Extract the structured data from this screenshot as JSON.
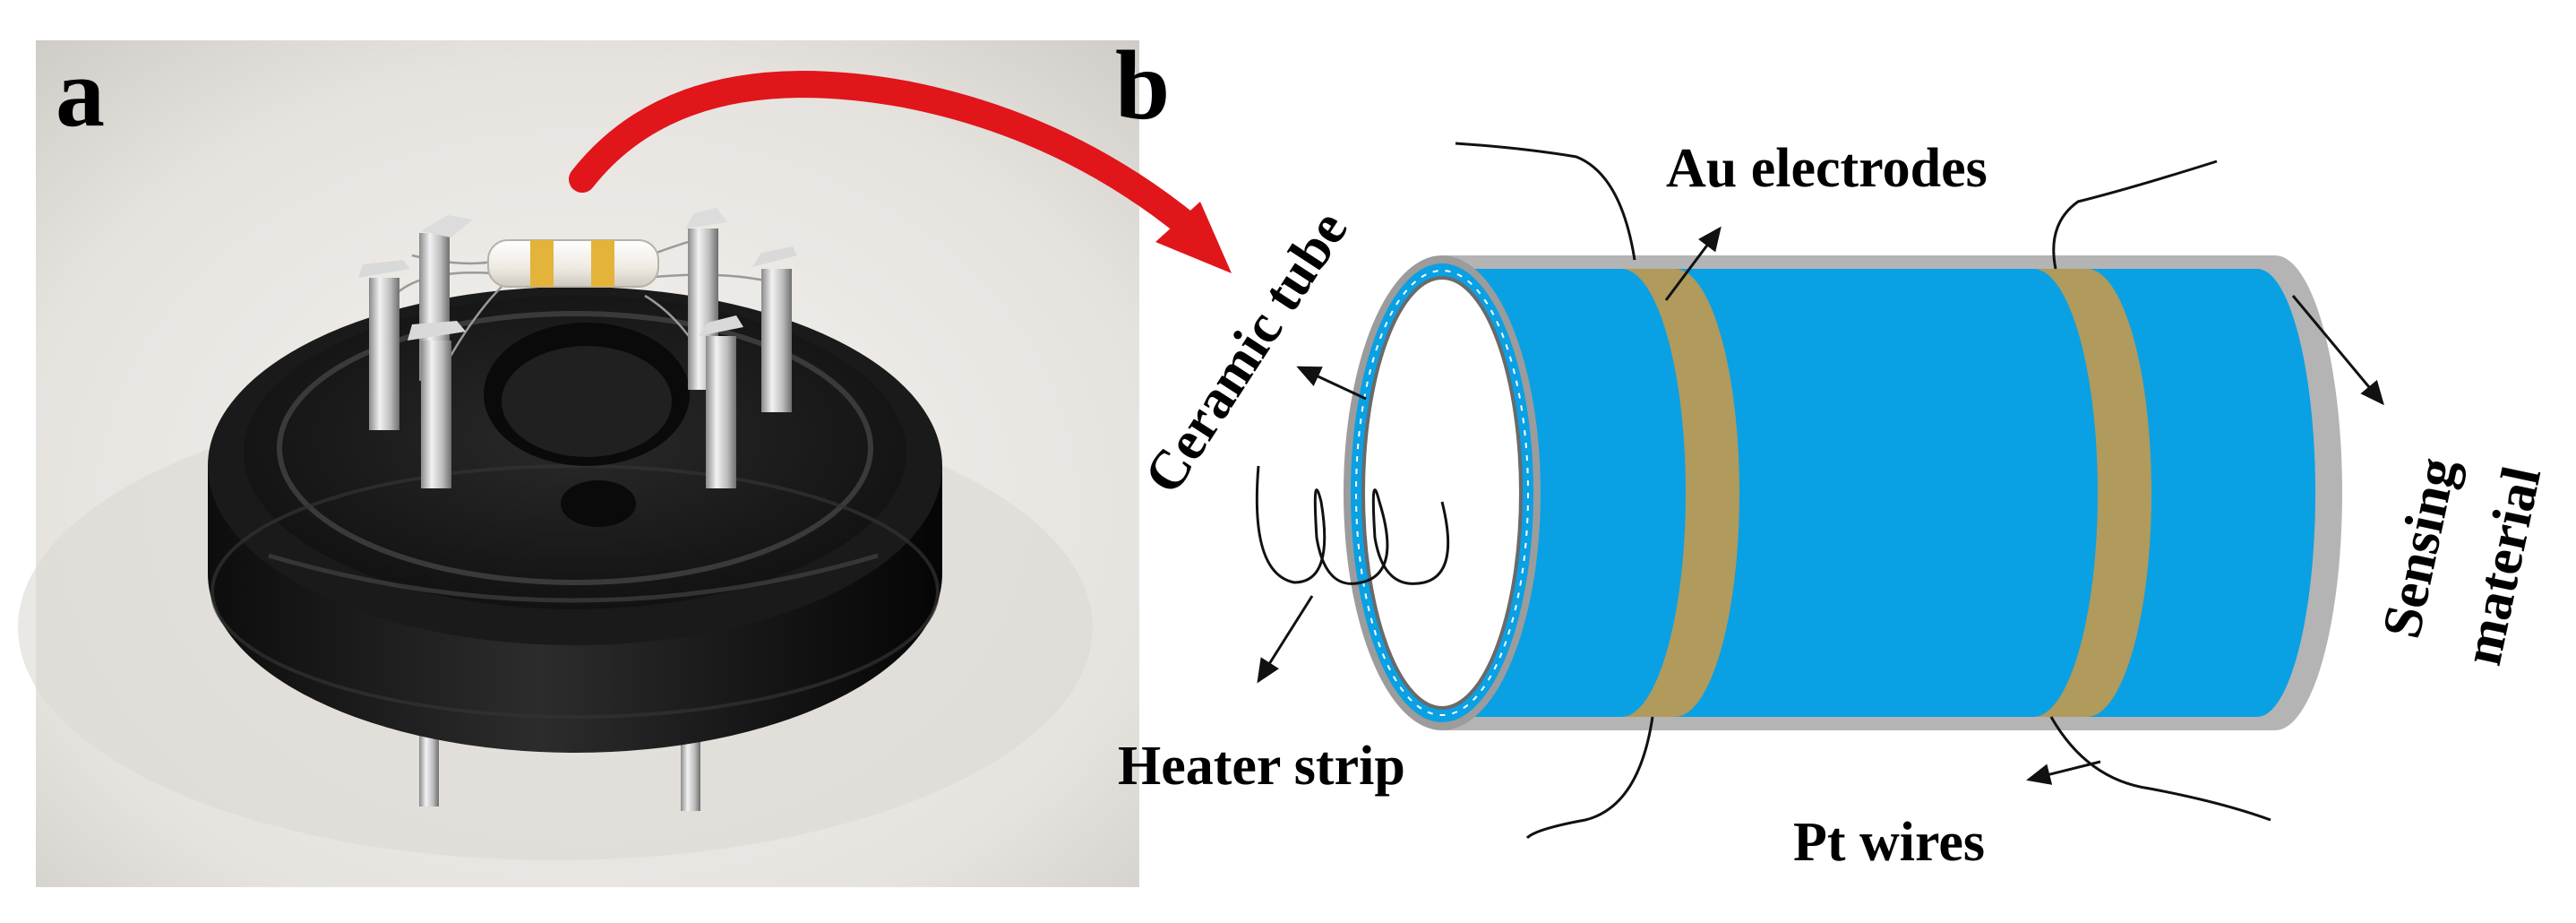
{
  "figure": {
    "panel_a": {
      "letter": "a"
    },
    "panel_b": {
      "letter": "b",
      "labels": {
        "ceramic_tube": "Ceramic tube",
        "au_electrodes": "Au electrodes",
        "heater_strip": "Heater strip",
        "pt_wires": "Pt wires",
        "sensing_line1": "Sensing",
        "sensing_line2": "material"
      }
    },
    "colors": {
      "sensing_material": "#0aa0e4",
      "gold_band": "#b09a5c",
      "arrow_red": "#e0161a",
      "tube_grey": "#b4b4b4",
      "base_black": "#1c1c1c"
    }
  }
}
